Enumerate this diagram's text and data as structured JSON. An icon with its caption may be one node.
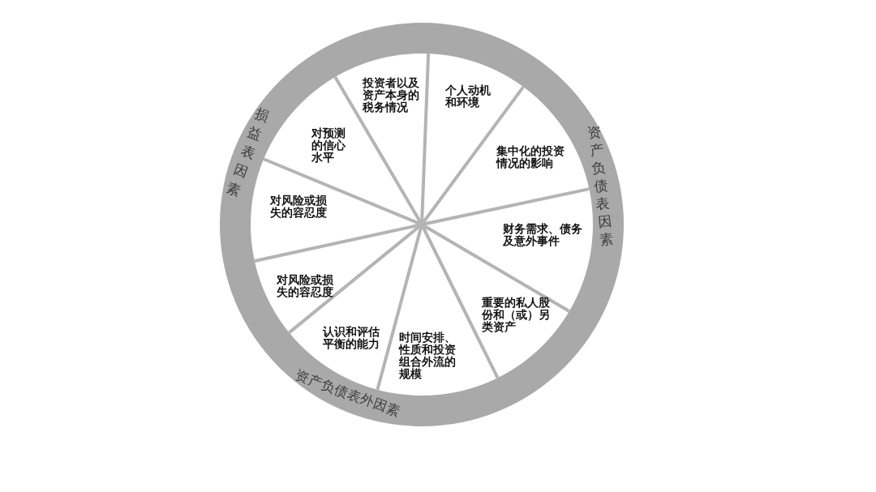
{
  "diagram": {
    "nodes": [
      {
        "text": [
          "损益表因素",
          "资产负债表因素",
          "资产负债表外因素"
        ]
      },
      {
        "text": [
          "投资者以及资产本身的税务情况"
        ],
        "in": 0
      },
      {
        "text": [
          "个人动机和环境"
        ],
        "in": 0
      },
      {
        "text": [
          "集中化的投资情况的影响"
        ],
        "in": 0
      },
      {
        "text": [
          "财务需求、债务及意外事件"
        ],
        "in": 0
      },
      {
        "text": [
          "重要的私人股份和（或）另类资产"
        ],
        "in": 0
      },
      {
        "text": [
          "时间安排、性质和投资组合外流的规模"
        ],
        "in": 0
      },
      {
        "text": [
          "认识和评估平衡的能力"
        ],
        "in": 0
      },
      {
        "text": [
          "对风险或损失的容忍度"
        ],
        "in": 0
      },
      {
        "text": [
          "对风险或损失的容忍度"
        ],
        "in": 0
      },
      {
        "text": [
          "对预测的信心水平"
        ],
        "in": 0
      }
    ]
  }
}
